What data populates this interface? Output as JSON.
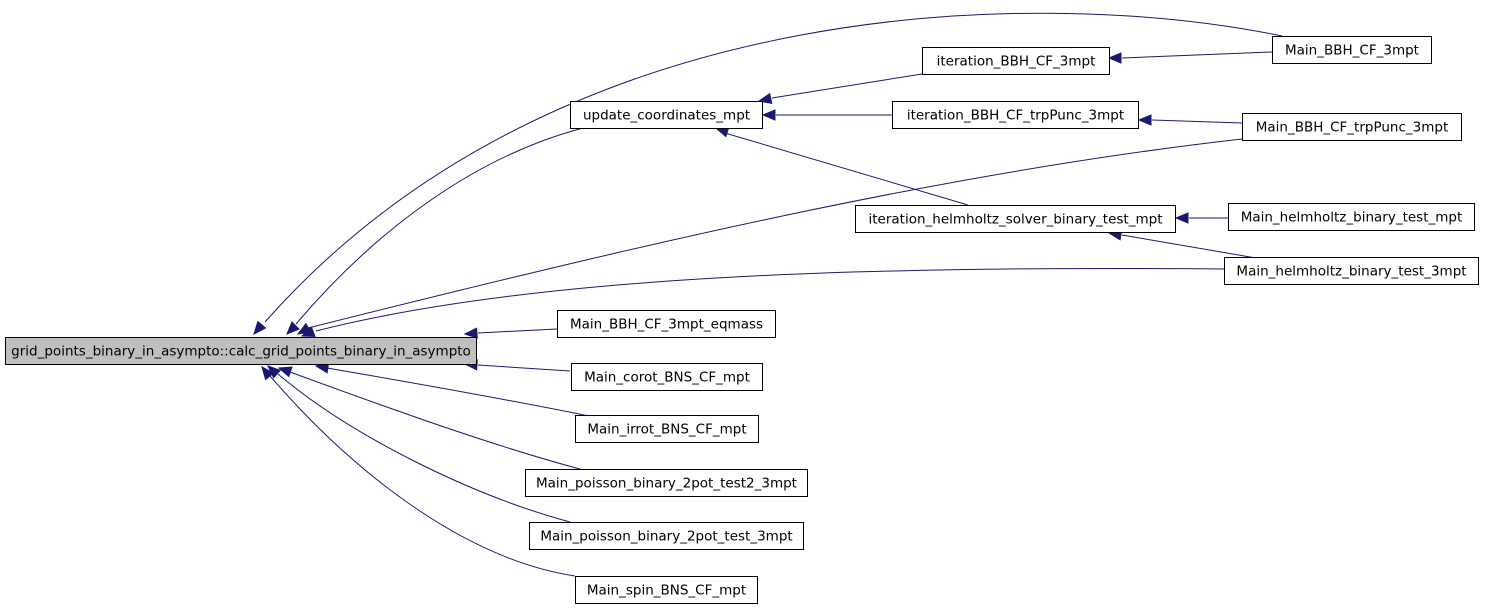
{
  "diagram": {
    "type": "call-graph",
    "colors": {
      "edge": "#191970",
      "root_fill": "#bfbfbf",
      "node_fill": "#ffffff",
      "border": "#000000"
    },
    "nodes": [
      {
        "id": "root",
        "label": "grid_points_binary_in_asympto::calc_grid_points_binary_in_asympto"
      },
      {
        "id": "update_coordinates_mpt",
        "label": "update_coordinates_mpt"
      },
      {
        "id": "iteration_BBH_CF_3mpt",
        "label": "iteration_BBH_CF_3mpt"
      },
      {
        "id": "iteration_BBH_CF_trpPunc_3mpt",
        "label": "iteration_BBH_CF_trpPunc_3mpt"
      },
      {
        "id": "iteration_helmholtz_solver_binary_test_mpt",
        "label": "iteration_helmholtz_solver_binary_test_mpt"
      },
      {
        "id": "Main_BBH_CF_3mpt",
        "label": "Main_BBH_CF_3mpt"
      },
      {
        "id": "Main_BBH_CF_trpPunc_3mpt",
        "label": "Main_BBH_CF_trpPunc_3mpt"
      },
      {
        "id": "Main_helmholtz_binary_test_mpt",
        "label": "Main_helmholtz_binary_test_mpt"
      },
      {
        "id": "Main_helmholtz_binary_test_3mpt",
        "label": "Main_helmholtz_binary_test_3mpt"
      },
      {
        "id": "Main_BBH_CF_3mpt_eqmass",
        "label": "Main_BBH_CF_3mpt_eqmass"
      },
      {
        "id": "Main_corot_BNS_CF_mpt",
        "label": "Main_corot_BNS_CF_mpt"
      },
      {
        "id": "Main_irrot_BNS_CF_mpt",
        "label": "Main_irrot_BNS_CF_mpt"
      },
      {
        "id": "Main_poisson_binary_2pot_test2_3mpt",
        "label": "Main_poisson_binary_2pot_test2_3mpt"
      },
      {
        "id": "Main_poisson_binary_2pot_test_3mpt",
        "label": "Main_poisson_binary_2pot_test_3mpt"
      },
      {
        "id": "Main_spin_BNS_CF_mpt",
        "label": "Main_spin_BNS_CF_mpt"
      }
    ],
    "edges": [
      {
        "from": "Main_BBH_CF_3mpt",
        "to": "root"
      },
      {
        "from": "update_coordinates_mpt",
        "to": "root"
      },
      {
        "from": "Main_BBH_CF_trpPunc_3mpt",
        "to": "root"
      },
      {
        "from": "Main_helmholtz_binary_test_3mpt",
        "to": "root"
      },
      {
        "from": "Main_BBH_CF_3mpt_eqmass",
        "to": "root"
      },
      {
        "from": "Main_corot_BNS_CF_mpt",
        "to": "root"
      },
      {
        "from": "Main_irrot_BNS_CF_mpt",
        "to": "root"
      },
      {
        "from": "Main_poisson_binary_2pot_test2_3mpt",
        "to": "root"
      },
      {
        "from": "Main_poisson_binary_2pot_test_3mpt",
        "to": "root"
      },
      {
        "from": "Main_spin_BNS_CF_mpt",
        "to": "root"
      },
      {
        "from": "iteration_BBH_CF_3mpt",
        "to": "update_coordinates_mpt"
      },
      {
        "from": "iteration_BBH_CF_trpPunc_3mpt",
        "to": "update_coordinates_mpt"
      },
      {
        "from": "iteration_helmholtz_solver_binary_test_mpt",
        "to": "update_coordinates_mpt"
      },
      {
        "from": "Main_BBH_CF_3mpt",
        "to": "iteration_BBH_CF_3mpt"
      },
      {
        "from": "Main_BBH_CF_trpPunc_3mpt",
        "to": "iteration_BBH_CF_trpPunc_3mpt"
      },
      {
        "from": "Main_helmholtz_binary_test_mpt",
        "to": "iteration_helmholtz_solver_binary_test_mpt"
      },
      {
        "from": "Main_helmholtz_binary_test_3mpt",
        "to": "iteration_helmholtz_solver_binary_test_mpt"
      }
    ]
  }
}
